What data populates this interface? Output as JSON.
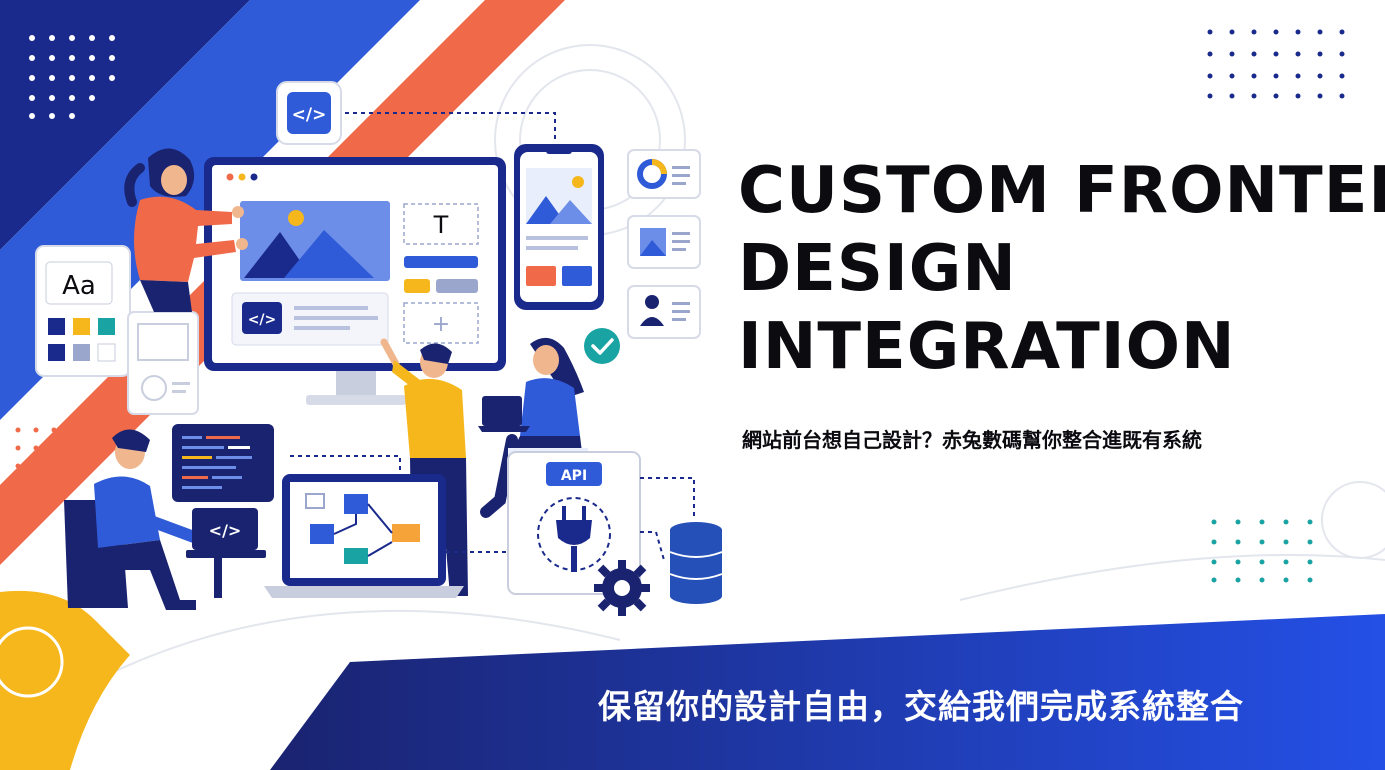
{
  "headline": {
    "line1": "CUSTOM FRONTEND",
    "line2": "DESIGN",
    "line3": "INTEGRATION"
  },
  "subtitle": "網站前台想自己設計？赤兔數碼幫你整合進既有系統",
  "tagline": "保留你的設計自由，交給我們完成系統整合",
  "illustration": {
    "code_tag": "</>",
    "typography_sample": "Aa",
    "text_tool": "T",
    "add_symbol": "+",
    "api_label": "API"
  },
  "colors": {
    "navy": "#1a2a8c",
    "blue": "#2f5bd8",
    "coral": "#f06a4a",
    "yellow": "#f6b71c",
    "teal": "#1aa3a3",
    "dark": "#0b0b10"
  }
}
